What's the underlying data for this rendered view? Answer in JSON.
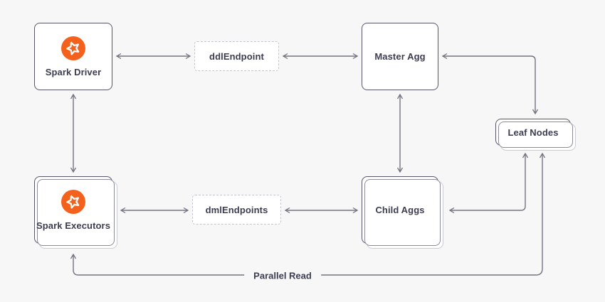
{
  "colors": {
    "bg": "#f7f7f8",
    "line": "#73737f",
    "accent": "#f4611d",
    "text": "#3d3d52",
    "node_border": "#565668",
    "dashed_border": "#c4c4cc",
    "stack1": "#8b8b99",
    "stack2": "#cbcbd3"
  },
  "nodes": {
    "spark_driver": {
      "label": "Spark Driver",
      "icon": "spark-star-icon",
      "style": "single"
    },
    "ddl_endpoint": {
      "label": "ddlEndpoint",
      "style": "dashed"
    },
    "master_agg": {
      "label": "Master Agg",
      "style": "single"
    },
    "leaf_nodes": {
      "label": "Leaf Nodes",
      "style": "stacked"
    },
    "spark_executors": {
      "label": "Spark Executors",
      "icon": "spark-star-icon",
      "style": "stacked"
    },
    "dml_endpoints": {
      "label": "dmlEndpoints",
      "style": "dashed"
    },
    "child_aggs": {
      "label": "Child Aggs",
      "style": "stacked"
    }
  },
  "edge_labels": {
    "parallel_read": "Parallel Read"
  },
  "edges": [
    {
      "from": "spark_driver",
      "to": "ddl_endpoint",
      "direction": "both"
    },
    {
      "from": "ddl_endpoint",
      "to": "master_agg",
      "direction": "both"
    },
    {
      "from": "spark_driver",
      "to": "spark_executors",
      "direction": "both"
    },
    {
      "from": "master_agg",
      "to": "child_aggs",
      "direction": "both"
    },
    {
      "from": "master_agg",
      "to": "leaf_nodes",
      "direction": "both"
    },
    {
      "from": "spark_executors",
      "to": "dml_endpoints",
      "direction": "both"
    },
    {
      "from": "dml_endpoints",
      "to": "child_aggs",
      "direction": "both"
    },
    {
      "from": "child_aggs",
      "to": "leaf_nodes",
      "direction": "both"
    },
    {
      "from": "spark_executors",
      "to": "leaf_nodes",
      "direction": "both",
      "label": "Parallel Read"
    }
  ]
}
